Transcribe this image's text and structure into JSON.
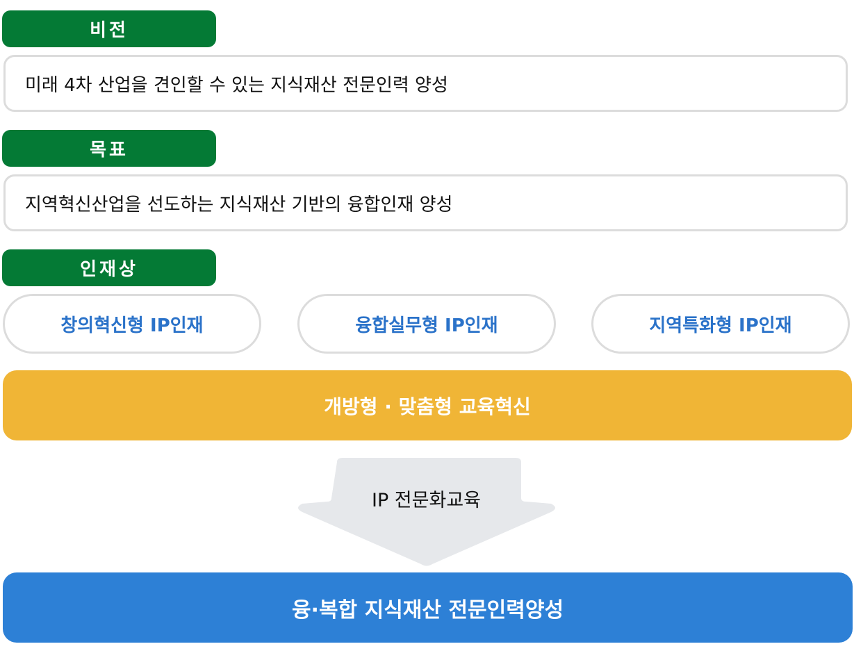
{
  "vision": {
    "label": "비전",
    "text": "미래 4차 산업을 견인할 수 있는 지식재산 전문인력 양성"
  },
  "goal": {
    "label": "목표",
    "text": "지역혁신산업을 선도하는 지식재산 기반의 융합인재 양성"
  },
  "talent": {
    "label": "인재상",
    "items": [
      {
        "text": "창의혁신형 IP인재"
      },
      {
        "text": "융합실무형 IP인재"
      },
      {
        "text": "지역특화형 IP인재"
      }
    ]
  },
  "innovation": {
    "text": "개방형 · 맞춤형 교육혁신"
  },
  "process": {
    "text": "IP 전문화교육"
  },
  "outcome": {
    "text": "융·복합 지식재산 전문인력양성"
  },
  "colors": {
    "green": "#047a35",
    "blue_text": "#2a72c9",
    "gold": "#f0b536",
    "blue": "#2d80d6",
    "arrow": "#e6e8eb"
  }
}
